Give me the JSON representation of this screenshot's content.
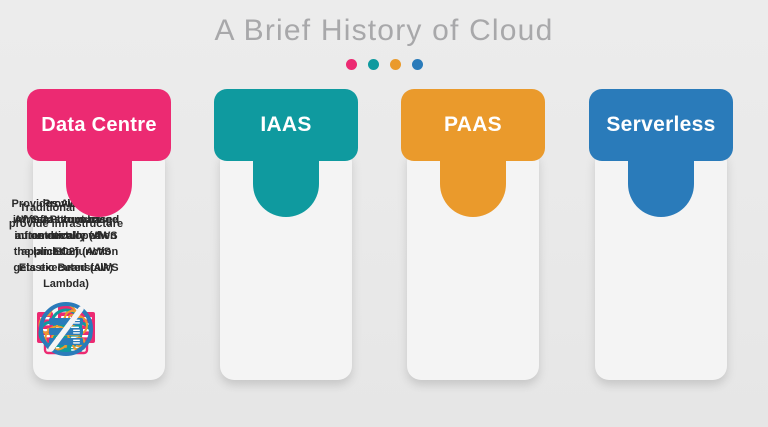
{
  "header": {
    "title": "A Brief History of Cloud",
    "dots": [
      {
        "name": "dot-pink",
        "color": "#ec2a72"
      },
      {
        "name": "dot-teal",
        "color": "#0f9a9f"
      },
      {
        "name": "dot-orange",
        "color": "#ea9a2c"
      },
      {
        "name": "dot-blue",
        "color": "#2a7bba"
      }
    ]
  },
  "background_color": "#ebebeb",
  "title_color": "#a8a8aa",
  "cards": [
    {
      "id": "data-centre",
      "title": "Data Centre",
      "description": "Traditional way to provide infrastructure",
      "color": "#ec2a72",
      "icon": "server-racks-icon"
    },
    {
      "id": "iaas",
      "title": "IAAS",
      "description": "Provides AWS CLI or AWS API to manage infrastructure (AWS EC2)",
      "color": "#0f9a9f",
      "icon": "cloud-server-icon"
    },
    {
      "id": "paas",
      "title": "PAAS",
      "description": "Provides infrastructure based on developed application (AWS Elastic Beanstalk)",
      "color": "#ea9a2c",
      "icon": "cloud-gears-icon"
    },
    {
      "id": "serverless",
      "title": "Serverless",
      "description": "Provides infrastructure automatically when the lambda function gets executed (AWS Lambda)",
      "color": "#2a7bba",
      "icon": "no-server-circle-icon"
    }
  ]
}
